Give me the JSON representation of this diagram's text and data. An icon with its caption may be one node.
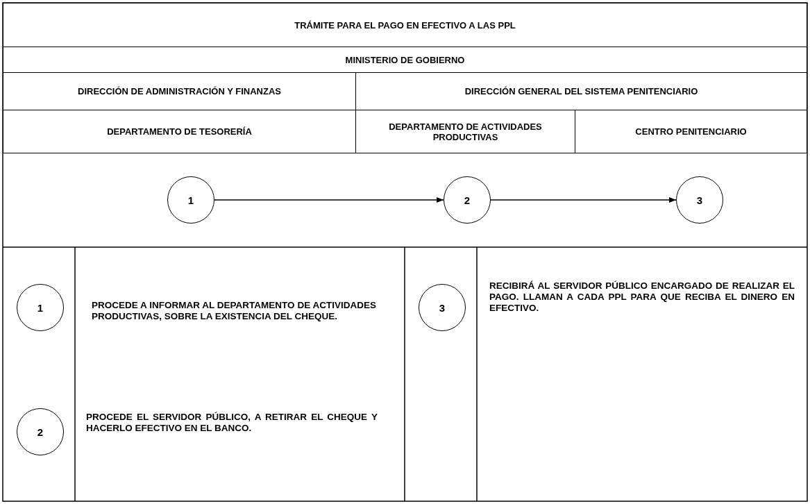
{
  "diagram": {
    "nodes": [
      {
        "text": [
          "TRÁMITE PARA EL PAGO EN EFECTIVO A LAS PPL"
        ]
      },
      {
        "text": [
          "MINISTERIO DE GOBIERNO"
        ]
      },
      {
        "text": [
          "DIRECCIÓN DE ADMINISTRACIÓN Y FINANZAS"
        ]
      },
      {
        "text": [
          "DIRECCIÓN GENERAL DEL SISTEMA PENITENCIARIO"
        ]
      },
      {
        "text": [
          "DEPARTAMENTO DE TESORERÍA"
        ]
      },
      {
        "text": [
          "DEPARTAMENTO DE ACTIVIDADES PRODUCTIVAS"
        ]
      },
      {
        "text": [
          "CENTRO PENITENCIARIO"
        ]
      },
      {
        "text": [
          "1"
        ]
      },
      {
        "text": [
          "2"
        ]
      },
      {
        "text": [
          "3"
        ]
      },
      {
        "text": [
          "1"
        ],
        "beside": [
          "PROCEDE A INFORMAR AL DEPARTAMENTO DE ACTIVIDADES PRODUCTIVAS, SOBRE LA EXISTENCIA DEL CHEQUE."
        ]
      },
      {
        "text": [
          "2"
        ],
        "beside": [
          "PROCEDE EL SERVIDOR PÚBLICO, A RETIRAR EL CHEQUE Y HACERLO EFECTIVO EN EL BANCO."
        ]
      },
      {
        "text": [
          "3"
        ],
        "beside": [
          "RECIBIRÁ AL SERVIDOR PÚBLICO ENCARGADO DE REALIZAR EL PAGO. LLAMAN A CADA PPL PARA QUE RECIBA EL DINERO EN EFECTIVO."
        ]
      }
    ],
    "edges": [
      {
        "from": 7,
        "to": 8,
        "arrow": "to"
      },
      {
        "from": 8,
        "to": 9,
        "arrow": "to"
      }
    ]
  }
}
